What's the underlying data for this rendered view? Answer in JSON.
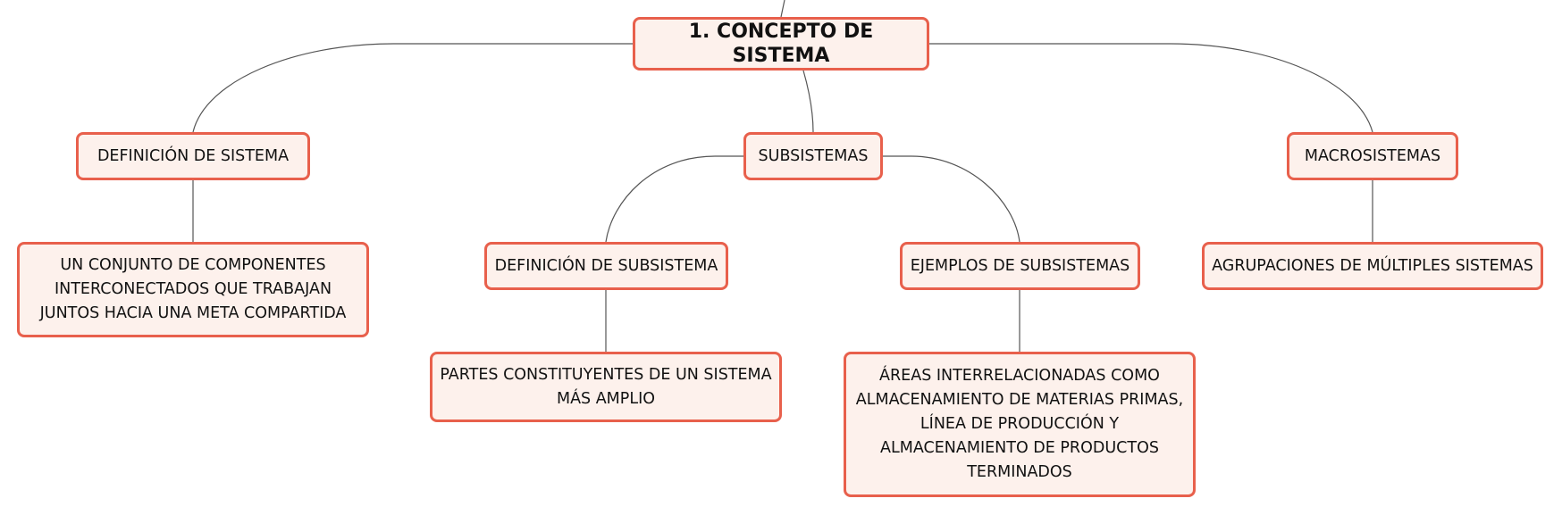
{
  "colors": {
    "node_border": "#e8604c",
    "node_fill": "#fdf1ec",
    "connector": "#555555"
  },
  "diagram": {
    "root": "1. CONCEPTO DE SISTEMA",
    "definicion_sistema": "DEFINICIÓN DE SISTEMA",
    "definicion_sistema_detalle": "UN CONJUNTO DE COMPONENTES INTERCONECTADOS QUE TRABAJAN JUNTOS HACIA UNA META COMPARTIDA",
    "subsistemas": "SUBSISTEMAS",
    "definicion_subsistema": "DEFINICIÓN DE SUBSISTEMA",
    "definicion_subsistema_detalle": "PARTES CONSTITUYENTES DE UN SISTEMA MÁS AMPLIO",
    "ejemplos_subsistemas": "EJEMPLOS DE SUBSISTEMAS",
    "ejemplos_subsistemas_detalle": "ÁREAS INTERRELACIONADAS COMO ALMACENAMIENTO DE MATERIAS PRIMAS, LÍNEA DE PRODUCCIÓN Y ALMACENAMIENTO DE PRODUCTOS TERMINADOS",
    "macrosistemas": "MACROSISTEMAS",
    "macrosistemas_detalle": "AGRUPACIONES DE MÚLTIPLES SISTEMAS"
  }
}
